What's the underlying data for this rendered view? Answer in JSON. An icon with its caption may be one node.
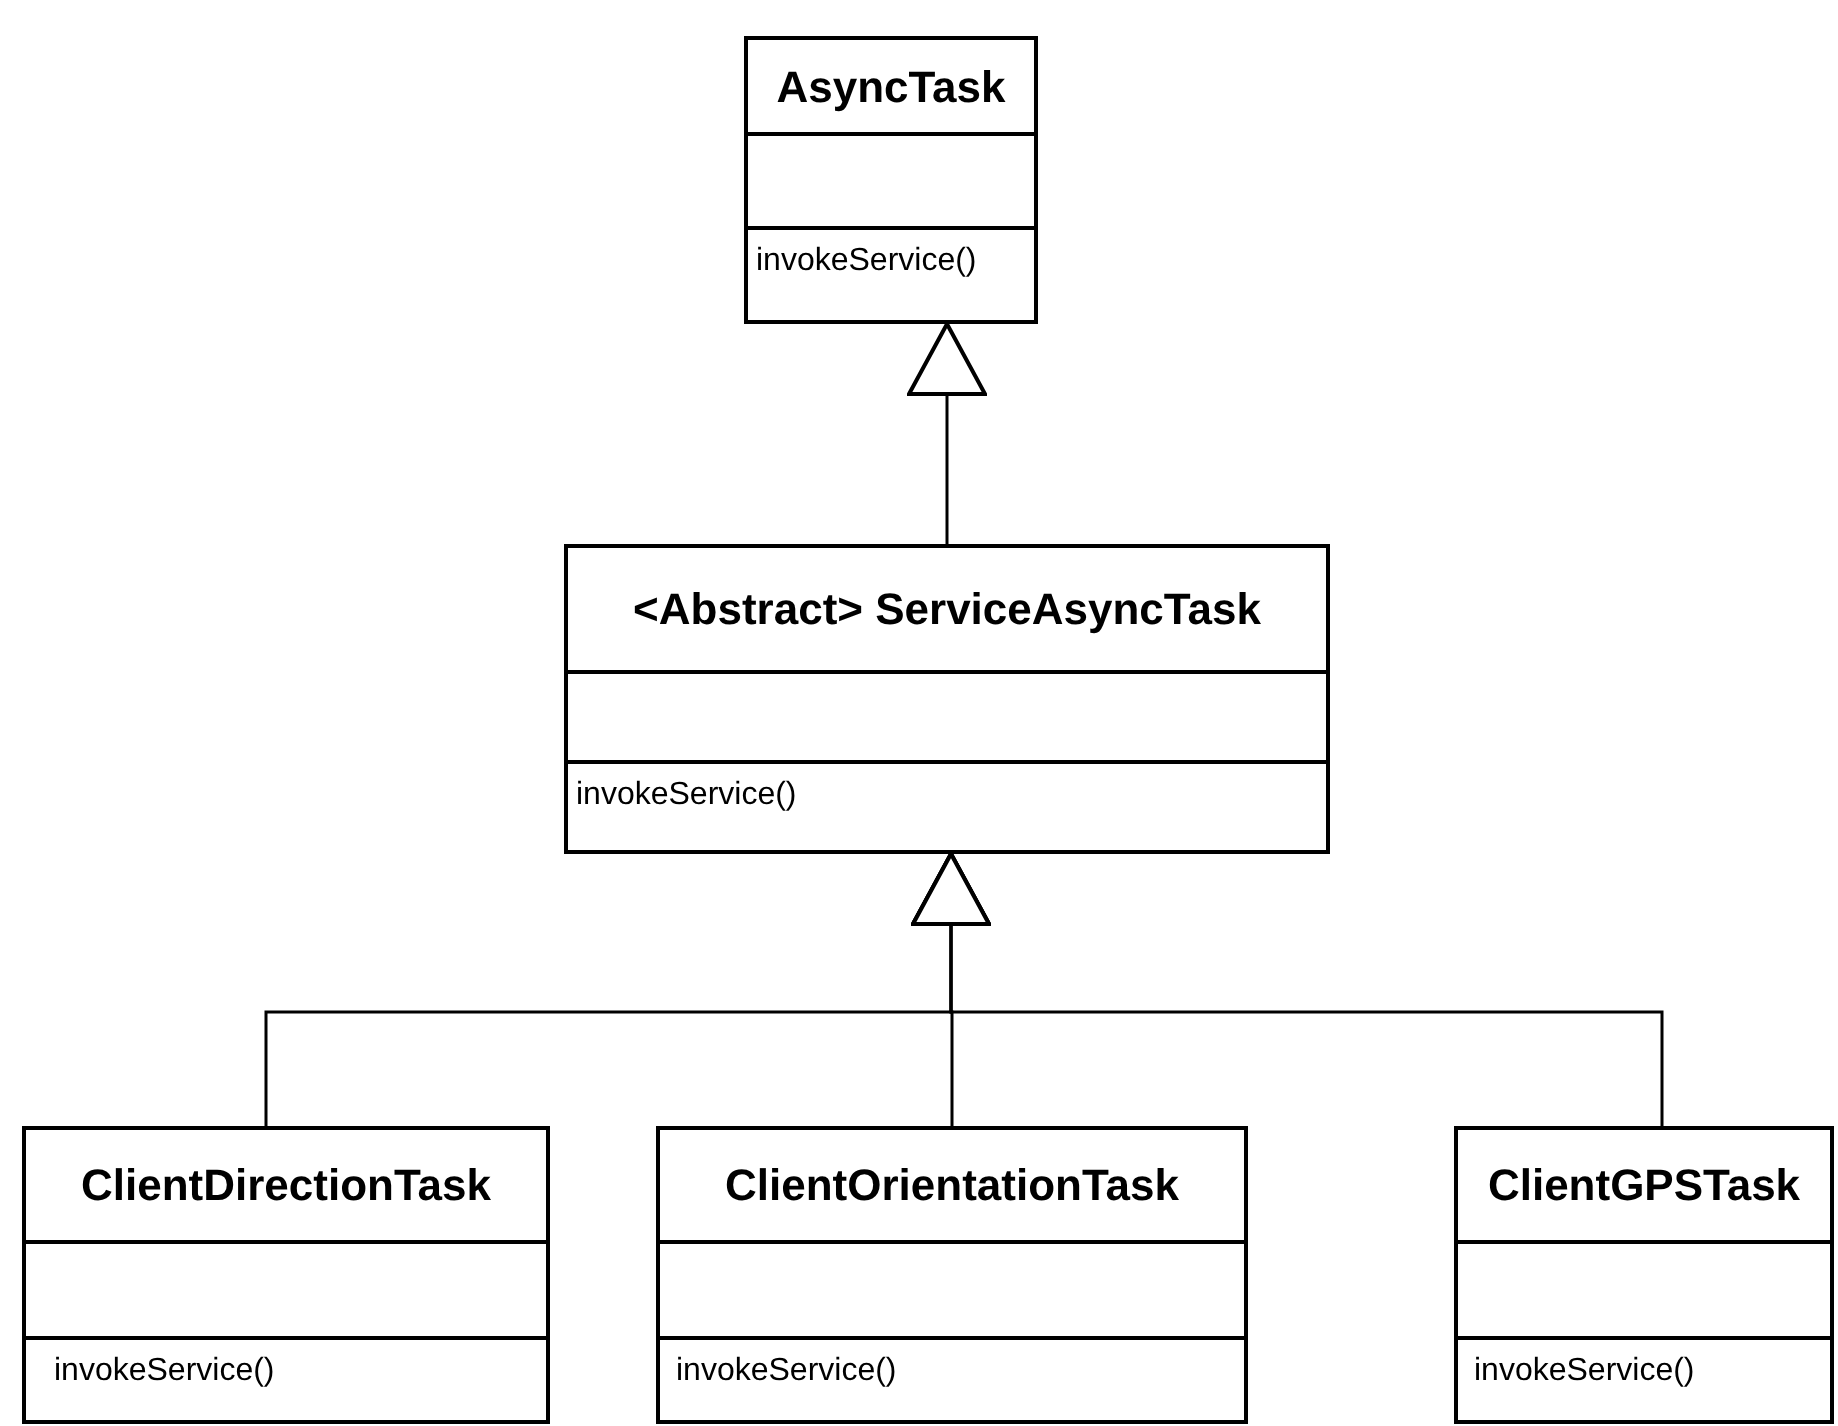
{
  "diagram": {
    "nodes": [
      {
        "text": [
          "AsyncTask",
          "invokeService()"
        ]
      },
      {
        "text": [
          "<Abstract> ServiceAsyncTask",
          "invokeService()"
        ]
      },
      {
        "text": [
          "ClientDirectionTask",
          "invokeService()"
        ]
      },
      {
        "text": [
          "ClientOrientationTask",
          "invokeService()"
        ]
      },
      {
        "text": [
          "ClientGPSTask",
          "invokeService()"
        ]
      }
    ],
    "edges": [
      {
        "from": 1,
        "to": 0,
        "arrow": "to"
      },
      {
        "from": 2,
        "to": 1,
        "arrow": "to"
      },
      {
        "from": 3,
        "to": 1,
        "arrow": "to"
      },
      {
        "from": 4,
        "to": 1,
        "arrow": "to"
      }
    ]
  }
}
